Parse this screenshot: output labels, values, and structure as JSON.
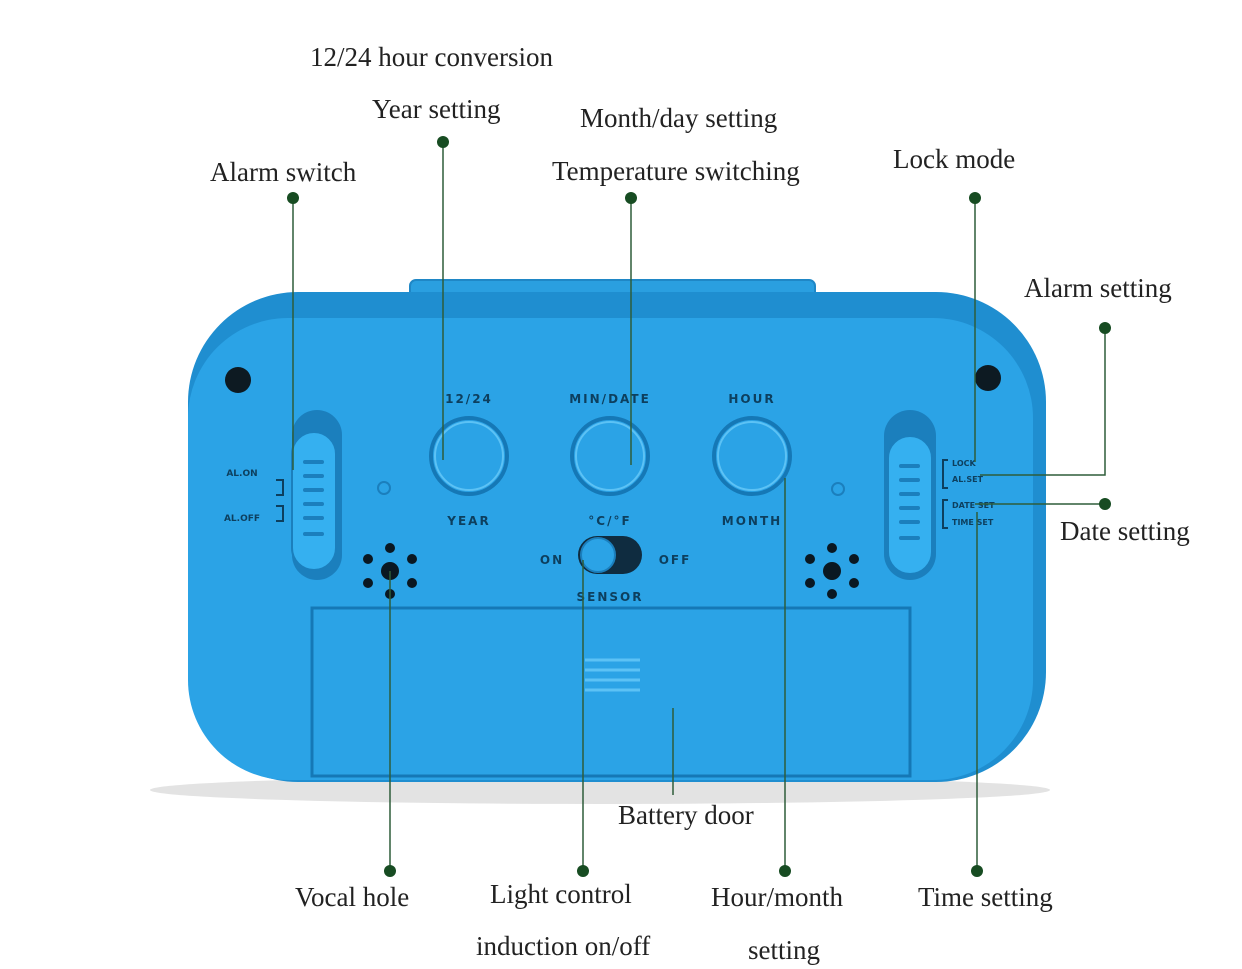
{
  "callouts": {
    "hour_conversion": "12/24 hour conversion",
    "year_setting": "Year setting",
    "month_day_setting": "Month/day setting",
    "temperature_switching": "Temperature switching",
    "alarm_switch": "Alarm switch",
    "lock_mode": "Lock mode",
    "alarm_setting": "Alarm setting",
    "date_setting": "Date setting",
    "battery_door": "Battery door",
    "vocal_hole": "Vocal hole",
    "light_control_line1": "Light control",
    "light_control_line2": "induction on/off",
    "hour_month_line1": "Hour/month",
    "hour_month_line2": "setting",
    "time_setting": "Time setting"
  },
  "device": {
    "btn1_top": "12/24",
    "btn1_bottom": "YEAR",
    "btn2_top": "MIN/DATE",
    "btn2_bottom": "°C/°F",
    "btn3_top": "HOUR",
    "btn3_bottom": "MONTH",
    "sensor_on": "ON",
    "sensor_off": "OFF",
    "sensor": "SENSOR",
    "al_on": "AL.ON",
    "al_off": "AL.OFF",
    "lock": "LOCK",
    "al_set": "AL.SET",
    "date_set": "DATE SET",
    "time_set": "TIME SET"
  },
  "colors": {
    "body": "#2a9fe0",
    "body_dark": "#1f87c6",
    "leader_line": "#2e5d3a",
    "leader_dot": "#174c22",
    "print": "#0d3f5e"
  }
}
